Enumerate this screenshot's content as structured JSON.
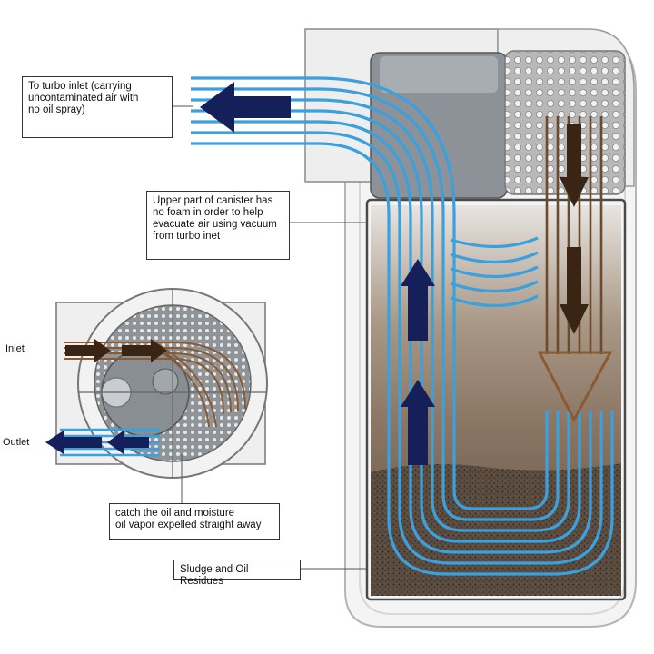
{
  "callouts": {
    "turbo_inlet": "To turbo inlet (carrying\nuncontaminated air with\nno oil spray)",
    "upper_canister": "Upper part of canister has\nno foam in order to help\nevacuate air using vacuum\nfrom turbo inet",
    "catch_oil": "catch the oil and moisture\noil vapor expelled straight away",
    "sludge": "Sludge and Oil Residues"
  },
  "labels": {
    "inlet": "Inlet",
    "outlet": "Outlet"
  },
  "colors": {
    "clean_air": "#3aa0de",
    "dirty_air": "#6b4a2e",
    "arrow_blue": "#15205a",
    "arrow_brown": "#3a2414",
    "sludge": "#5a4a3e",
    "canister_frame": "#c9c9c9"
  }
}
